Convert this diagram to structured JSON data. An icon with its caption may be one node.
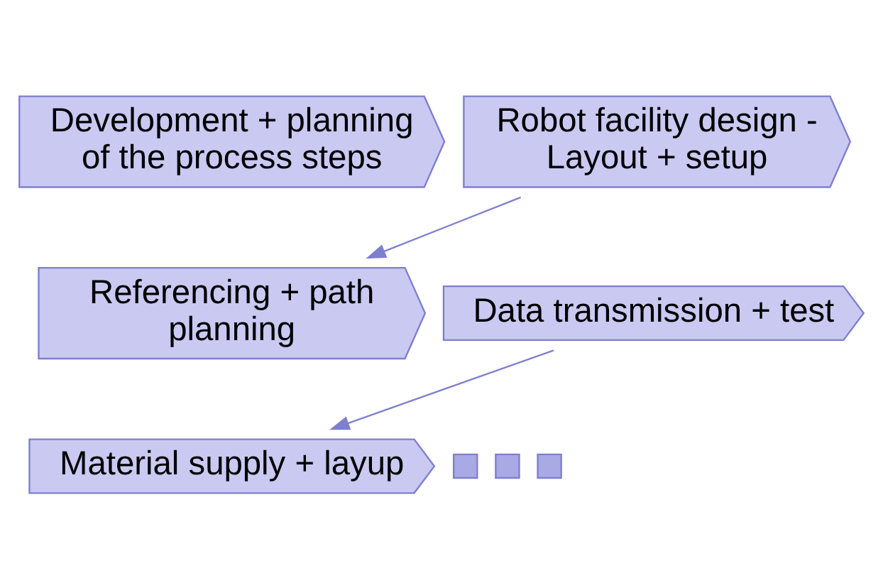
{
  "diagram": {
    "nodes": [
      {
        "text": [
          "Development + planning of the process steps"
        ]
      },
      {
        "text": [
          "Robot facility design - Layout + setup"
        ]
      },
      {
        "text": [
          "Referencing + path planning"
        ]
      },
      {
        "text": [
          "Data transmission + test"
        ]
      },
      {
        "text": [
          "Material supply + layup"
        ]
      },
      {
        "text": [],
        "shape": "box"
      },
      {
        "text": [],
        "shape": "box"
      },
      {
        "text": [],
        "shape": "box"
      }
    ],
    "edges": [
      {
        "from": 1,
        "to": 2,
        "arrow": "to"
      },
      {
        "from": 3,
        "to": 4,
        "arrow": "to"
      }
    ]
  }
}
